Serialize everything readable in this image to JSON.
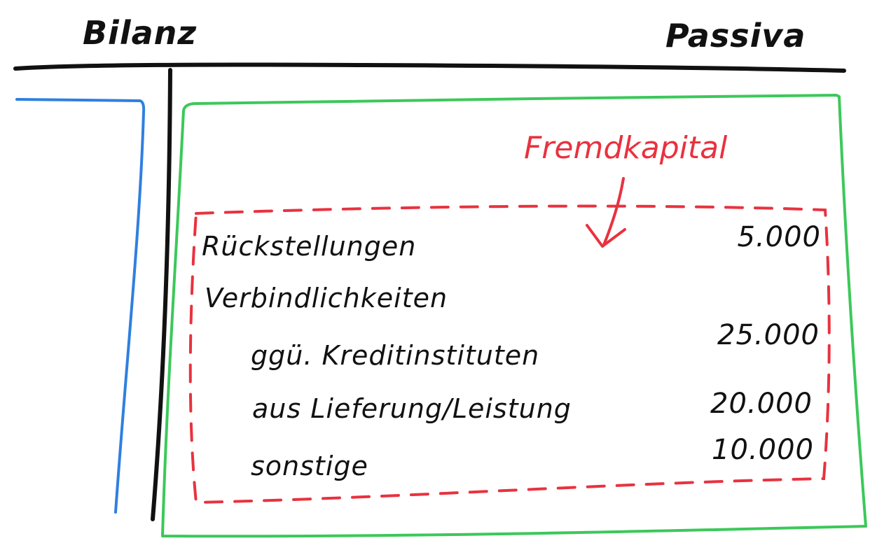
{
  "header": {
    "title": "Bilanz",
    "side_label": "Passiva"
  },
  "section": {
    "label": "Fremdkapital",
    "color": "#e8323f",
    "box_color": "#e8323f"
  },
  "colors": {
    "ink": "#111111",
    "aktiva_column": "#2f7fe0",
    "passiva_box": "#3cc85a",
    "fremdkapital": "#e8323f"
  },
  "items": [
    {
      "label": "Rückstellungen",
      "value": "5.000"
    },
    {
      "label": "Verbindlichkeiten",
      "value": ""
    },
    {
      "label": "ggü. Kreditinstituten",
      "value": "25.000"
    },
    {
      "label": "aus Lieferung/Leistung",
      "value": "20.000"
    },
    {
      "label": "sonstige",
      "value": "10.000"
    }
  ]
}
